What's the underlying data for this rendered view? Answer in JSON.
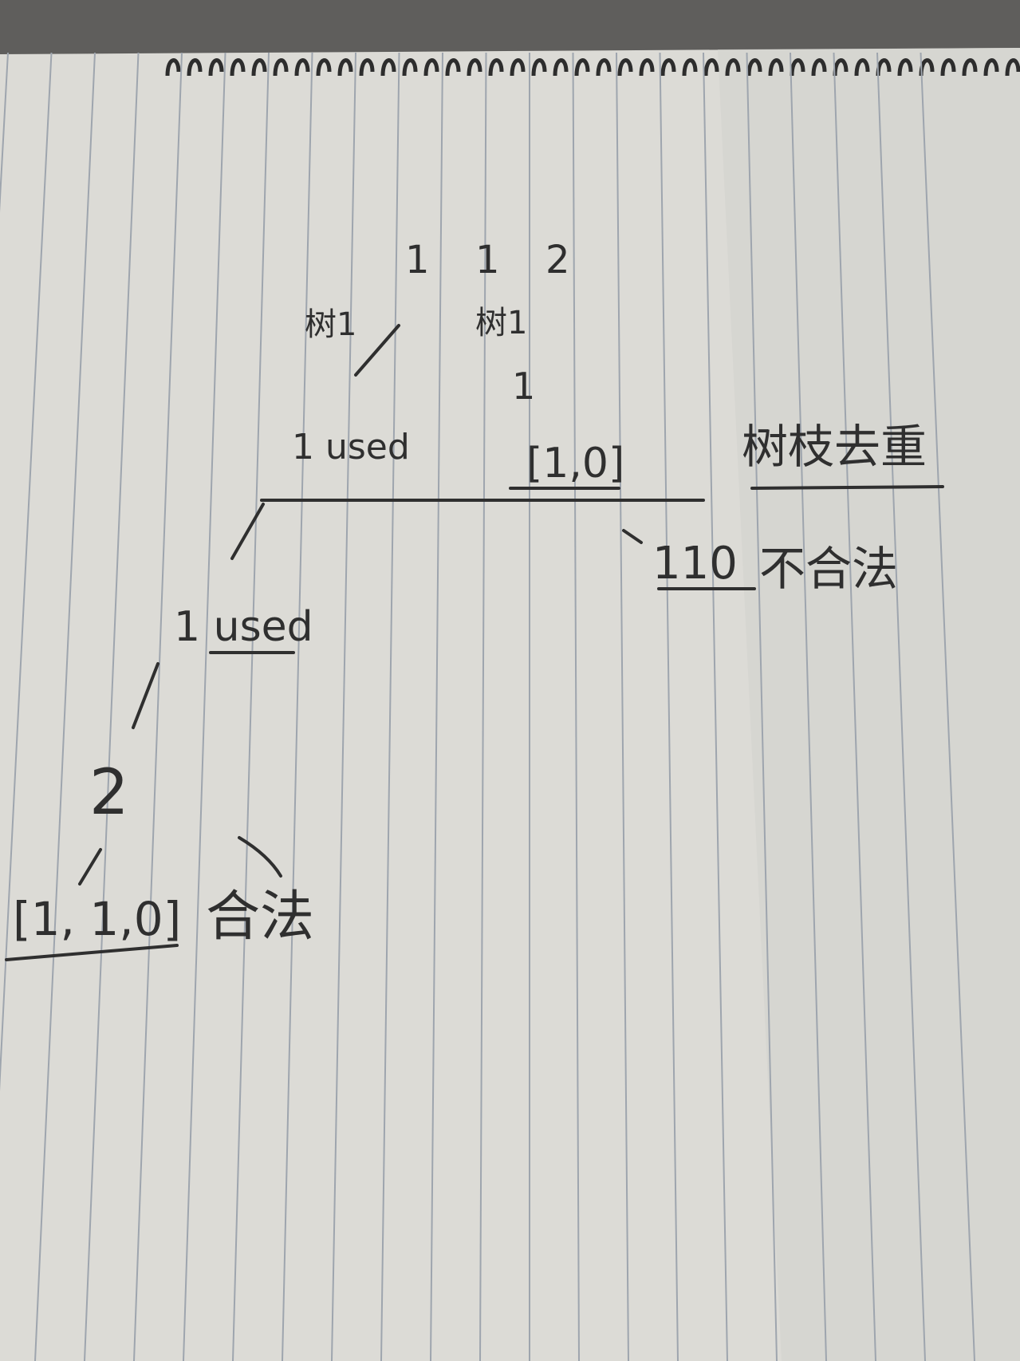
{
  "photo": {
    "paper_color": "#dcdbd6",
    "rule_color": "#9aa1aa",
    "ink_color": "#2f2f2f",
    "background_color": "#5f5e5c"
  },
  "notes": {
    "top_nums": [
      "1",
      "1",
      "2"
    ],
    "left_branch_mark": "树1",
    "right_branch_mark": "树1",
    "right_num": "1",
    "used_upper": "1 used",
    "array_upper": "[1,0]",
    "dedup_label": "树枝去重",
    "used_lower": "1 used",
    "illegal_value": "110",
    "illegal_label": "不合法",
    "two": "2",
    "final_array": "[1, 1,0]",
    "final_label": "合法"
  }
}
